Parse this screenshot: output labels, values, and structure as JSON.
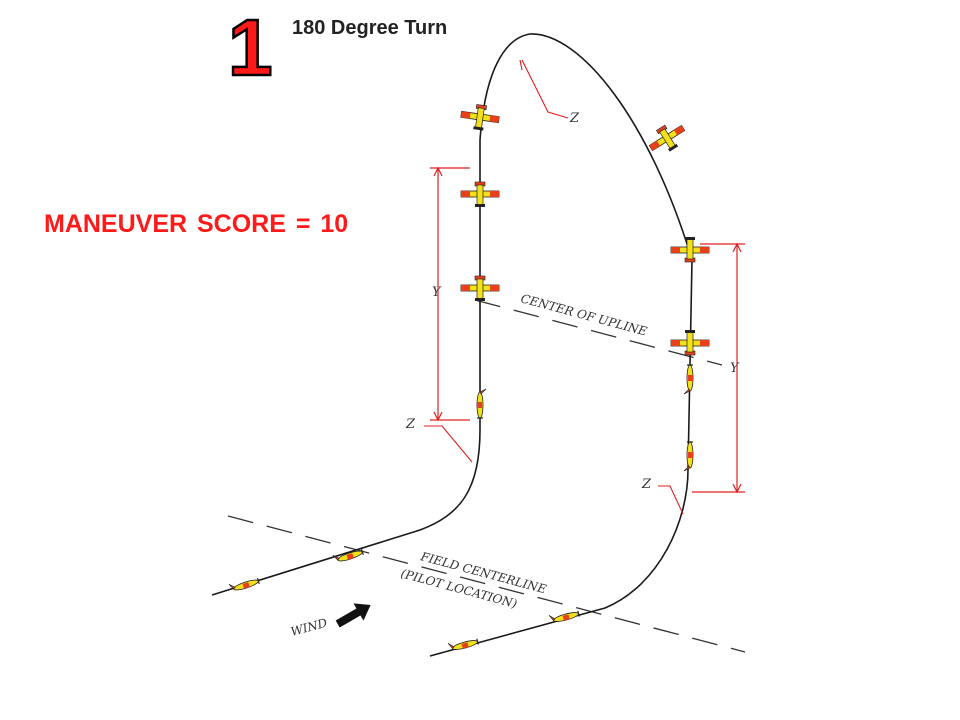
{
  "diagram": {
    "number": "1",
    "title": "180 Degree Turn",
    "score_text": "MANEUVER SCORE = 10",
    "labels": {
      "z": "Z",
      "y": "Y",
      "center_of_upline": "CENTER OF UPLINE",
      "field_centerline_line1": "FIELD CENTERLINE",
      "field_centerline_line2": "(PILOT LOCATION)",
      "wind": "WIND"
    },
    "colors": {
      "accent": "#ff1a1a",
      "dimension_lines": "#e02020",
      "aircraft_yellow": "#f5e11a",
      "aircraft_red": "#e8401a",
      "flight_path": "#1a1a1a"
    },
    "icons": [
      "aircraft-icon",
      "wind-arrow-icon"
    ]
  }
}
